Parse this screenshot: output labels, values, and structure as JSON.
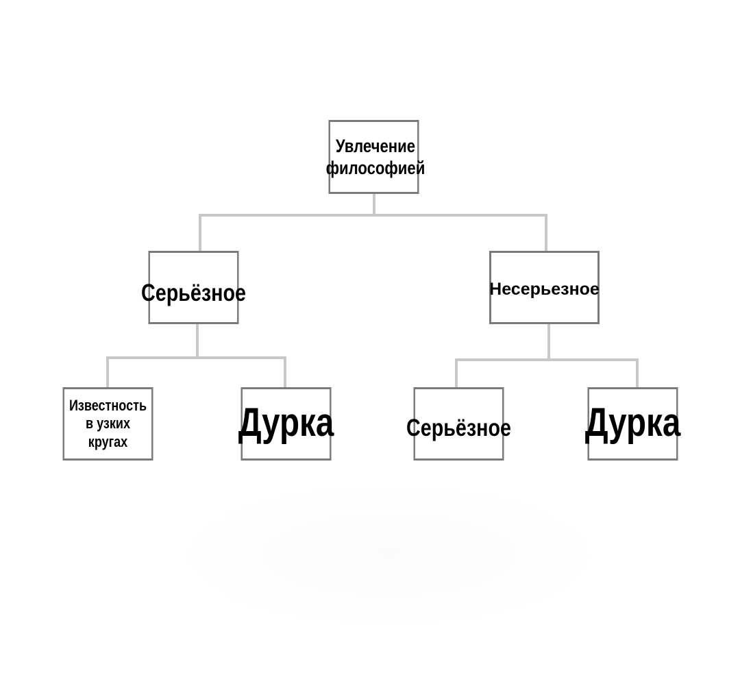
{
  "diagram": {
    "root": {
      "label": "Увлечение философией"
    },
    "branches": [
      {
        "label": "Серьёзное",
        "children": [
          {
            "label": "Известность в узких кругах"
          },
          {
            "label": "Дурка"
          }
        ]
      },
      {
        "label": "Несерьезное",
        "children": [
          {
            "label": "Серьёзное"
          },
          {
            "label": "Дурка"
          }
        ]
      }
    ]
  },
  "colors": {
    "box_border": "#7a7a7a",
    "connector": "#c8c8c8",
    "text": "#000000",
    "background": "#ffffff"
  }
}
